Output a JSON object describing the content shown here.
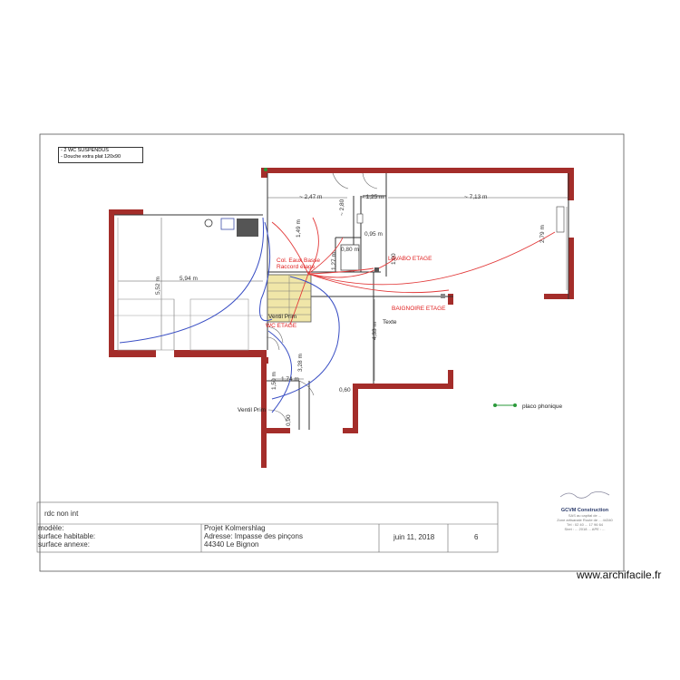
{
  "legend": {
    "lines": [
      "- 2 WC SUSPENDUS",
      "- Douche extra plat 120x90"
    ]
  },
  "dimensions": {
    "d_247": "~ 2,47 m",
    "d_125": "~ 1,25 m",
    "d_713": "~ 7,13 m",
    "d_280": "~ 2,80",
    "d_095": "0,95 m",
    "d_080": "0,80 m",
    "d_127": "1,27 m",
    "d_100": "1,00",
    "d_149": "1,49 m",
    "d_594": "5,94 m",
    "d_552": "5,52 m",
    "d_433": "4,33 m",
    "d_328": "3,28 m",
    "d_174": "1,74 m",
    "d_150": "1,50 m",
    "d_060": "0,60",
    "d_090": "0,90",
    "d_279": "2,79 m"
  },
  "labels": {
    "col_eaux": "Col. Eaux Basse",
    "raccord": "Raccord étage",
    "lavabo": "LAVABO ETAGE",
    "baignoire": "BAIGNOIRE ETAGE",
    "wc_etage": "WC ETAGE",
    "ventil_prim_1": "Ventil Prim",
    "ventil_prim_2": "Ventil Prim",
    "texte": "Texte",
    "placo": "placo phonique"
  },
  "cartouche": {
    "title_row": "rdc non int",
    "modele_label": "modèle:",
    "surface_hab_label": "surface habitable:",
    "surface_annexe_label": "surface annexe:",
    "projet": "Projet Kolmershlag",
    "adresse": "Adresse: Impasse des pinçons",
    "ville": "44340 Le Bignon",
    "date": "juin 11, 2018",
    "page": "6"
  },
  "company": {
    "name": "GCVM Construction",
    "line1": "SAS au capital de ...",
    "line2": "Zone artisanale Route de ... 44340",
    "line3": "Tél : 02 40 ... 17 96 64",
    "line4": "Siret : ... 2018 ... APE : ..."
  },
  "watermark": "www.archifacile.fr",
  "colors": {
    "wall": "#a42d2a",
    "pipe_red": "#e23a3a",
    "pipe_blue": "#3a4fc4",
    "stairs": "#f0e6a8",
    "line": "#444444"
  }
}
